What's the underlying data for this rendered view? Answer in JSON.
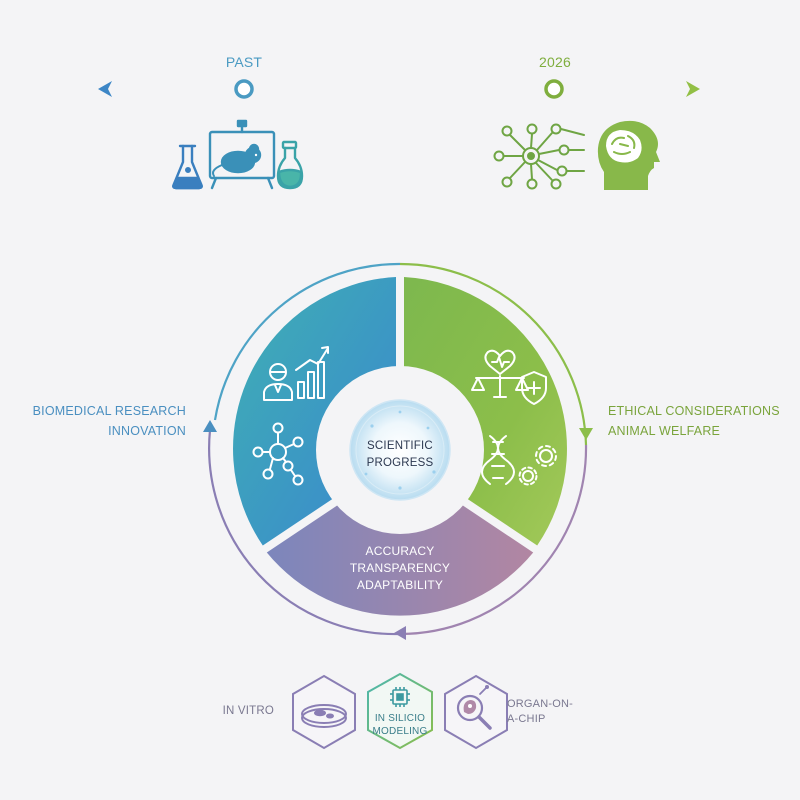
{
  "timeline": {
    "start_label": "PAST",
    "end_label": "2026"
  },
  "cycle": {
    "left_label": "BIOMEDICAL RESEARCH\nINNOVATION",
    "right_label": "ETHICAL CONSIDERATIONS\nANIMAL WELFARE",
    "bottom_label": "ACCURACY\nTRANSPARENCY\nADAPTABILITY",
    "center_label": "SCIENTIFIC\nPROGRESS"
  },
  "methods": {
    "in_vitro": "IN VITRO",
    "in_silico": "IN SILICIO\nMODELING",
    "organ_on_chip": "ORGAN-ON-\nA-CHIP"
  },
  "colors": {
    "blue": "#3f8fcf",
    "teal": "#3fb3b8",
    "green": "#8cbe4a",
    "purple": "#8a7eb4",
    "mauve": "#a684a8"
  },
  "icons": [
    "flask-icon",
    "lab-mouse-icon",
    "network-nodes-icon",
    "brain-head-icon",
    "researcher-chart-icon",
    "molecule-icon",
    "scale-heart-shield-icon",
    "dna-gears-icon",
    "petri-dish-icon",
    "microchip-icon",
    "magnifier-icon"
  ]
}
